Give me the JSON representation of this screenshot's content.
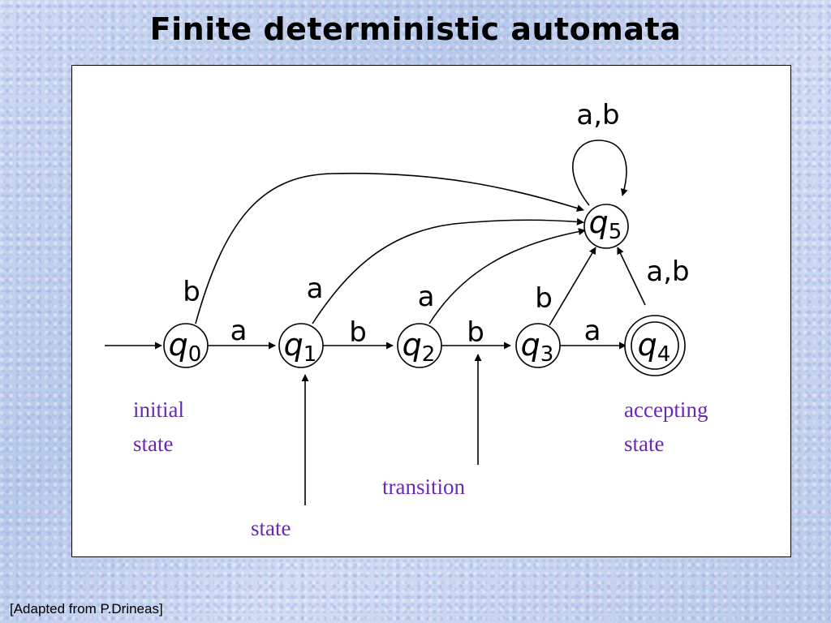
{
  "slide": {
    "title": "Finite deterministic automata",
    "footer": "[Adapted from P.Drineas]"
  },
  "states": [
    {
      "id": "q0",
      "letter": "q",
      "index": "0",
      "initial": true,
      "accepting": false
    },
    {
      "id": "q1",
      "letter": "q",
      "index": "1",
      "initial": false,
      "accepting": false
    },
    {
      "id": "q2",
      "letter": "q",
      "index": "2",
      "initial": false,
      "accepting": false
    },
    {
      "id": "q3",
      "letter": "q",
      "index": "3",
      "initial": false,
      "accepting": false
    },
    {
      "id": "q4",
      "letter": "q",
      "index": "4",
      "initial": false,
      "accepting": true
    },
    {
      "id": "q5",
      "letter": "q",
      "index": "5",
      "initial": false,
      "accepting": false
    }
  ],
  "transitions": [
    {
      "from": "q0",
      "to": "q1",
      "label": "a"
    },
    {
      "from": "q1",
      "to": "q2",
      "label": "b"
    },
    {
      "from": "q2",
      "to": "q3",
      "label": "b"
    },
    {
      "from": "q3",
      "to": "q4",
      "label": "a"
    },
    {
      "from": "q0",
      "to": "q5",
      "label": "b"
    },
    {
      "from": "q1",
      "to": "q5",
      "label": "a"
    },
    {
      "from": "q2",
      "to": "q5",
      "label": "a"
    },
    {
      "from": "q3",
      "to": "q5",
      "label": "b"
    },
    {
      "from": "q4",
      "to": "q5",
      "label": "a,b"
    },
    {
      "from": "q5",
      "to": "q5",
      "label": "a,b"
    }
  ],
  "annotations": {
    "initial_line1": "initial",
    "initial_line2": "state",
    "accepting_line1": "accepting",
    "accepting_line2": "state",
    "transition": "transition",
    "state": "state"
  },
  "colors": {
    "annotation": "#6a28b8",
    "diagram": "#000000",
    "panel": "#ffffff"
  }
}
